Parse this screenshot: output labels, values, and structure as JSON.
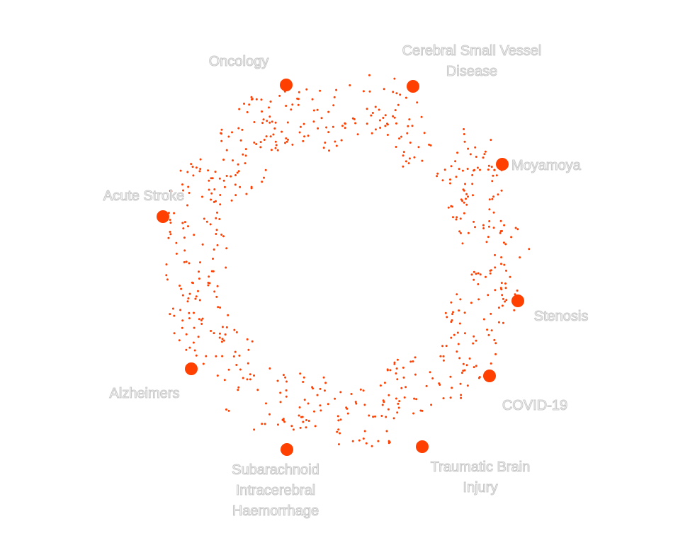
{
  "diagram": {
    "accent_color": "#ff4000",
    "label_outline_color": "#c9c9c9",
    "nodes": [
      {
        "id": "oncology",
        "label": [
          "Oncology"
        ]
      },
      {
        "id": "cerebral-small-vessel-disease",
        "label": [
          "Cerebral Small Vessel",
          "Disease"
        ]
      },
      {
        "id": "moyamoya",
        "label": [
          "Moyamoya"
        ]
      },
      {
        "id": "acute-stroke",
        "label": [
          "Acute Stroke"
        ]
      },
      {
        "id": "stenosis",
        "label": [
          "Stenosis"
        ]
      },
      {
        "id": "alzheimers",
        "label": [
          "Alzheimers"
        ]
      },
      {
        "id": "covid-19",
        "label": [
          "COVID-19"
        ]
      },
      {
        "id": "subarachnoid-intracerebral-haemorrhage",
        "label": [
          "Subarachnoid",
          "Intracerebral",
          "Haemorrhage"
        ]
      },
      {
        "id": "traumatic-brain-injury",
        "label": [
          "Traumatic Brain",
          "Injury"
        ]
      }
    ]
  }
}
